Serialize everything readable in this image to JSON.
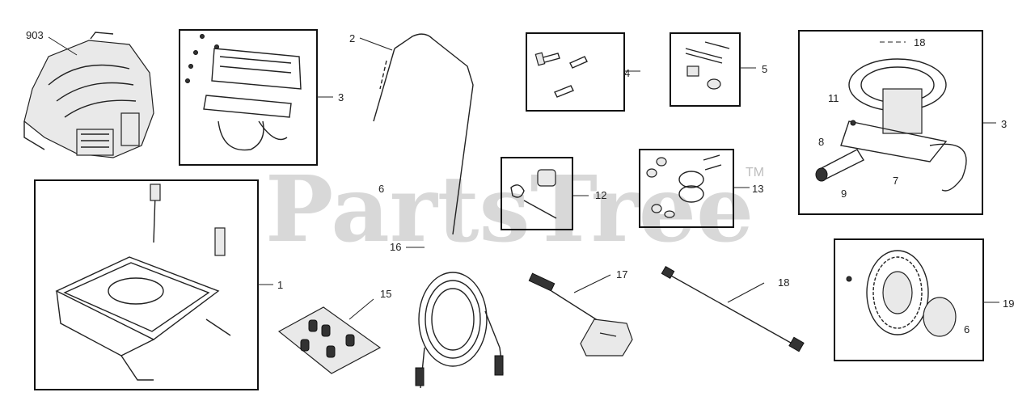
{
  "watermark": {
    "text": "PartsTree",
    "trademark": "TM"
  },
  "callouts": [
    {
      "id": "engine-label",
      "text": "903"
    },
    {
      "id": "bracket-kit-label",
      "text": "3"
    },
    {
      "id": "handle-label",
      "text": "2"
    },
    {
      "id": "hardware-kit-4-label",
      "text": "4"
    },
    {
      "id": "hardware-kit-5-label",
      "text": "5"
    },
    {
      "id": "pump-label",
      "text": "3"
    },
    {
      "id": "pump-part-18-label",
      "text": "18"
    },
    {
      "id": "pump-part-11-label",
      "text": "11"
    },
    {
      "id": "pump-part-8-label",
      "text": "8"
    },
    {
      "id": "pump-part-9-label",
      "text": "9"
    },
    {
      "id": "pump-part-7-label",
      "text": "7"
    },
    {
      "id": "mount-kit-12-label",
      "text": "12"
    },
    {
      "id": "mount-kit-13-label",
      "text": "13"
    },
    {
      "id": "frame-label",
      "text": "1"
    },
    {
      "id": "handle-lower-label",
      "text": "6"
    },
    {
      "id": "hose-label",
      "text": "16"
    },
    {
      "id": "nozzle-kit-label",
      "text": "15"
    },
    {
      "id": "spray-gun-label",
      "text": "17"
    },
    {
      "id": "wand-label",
      "text": "18"
    },
    {
      "id": "wheel-kit-label",
      "text": "19"
    },
    {
      "id": "wheel-part-label",
      "text": "6"
    }
  ]
}
